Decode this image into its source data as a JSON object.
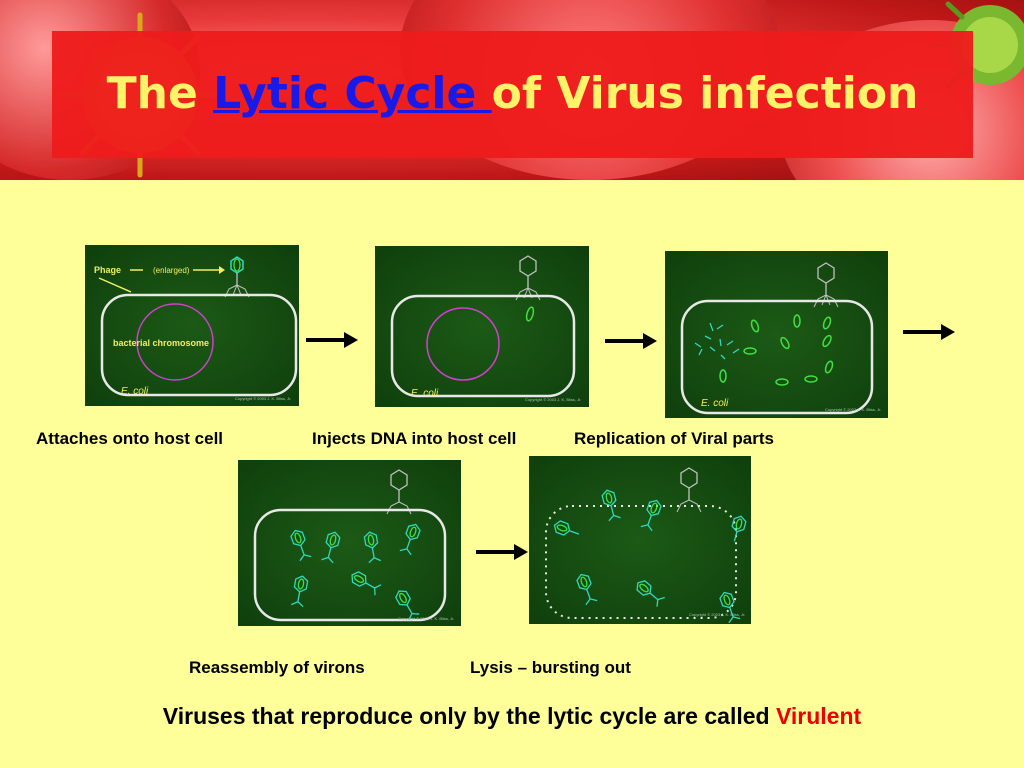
{
  "title": {
    "prefix": "The ",
    "link": "Lytic Cycle ",
    "suffix": "of Virus infection"
  },
  "panels": {
    "panel1": {
      "phage_label": "Phage",
      "enlarged_label": "(enlarged)",
      "chromosome_label": "bacterial chromosome",
      "ecoli_label": "E. coli",
      "copyright": "Copyright © 2003 J. K. Bliss, Jr."
    },
    "panel2": {
      "ecoli_label": "E. coli",
      "copyright": "Copyright © 2003 J. K. Bliss, Jr."
    },
    "panel3": {
      "ecoli_label": "E. coli",
      "copyright": "Copyright © 2003 J. K. Bliss, Jr."
    },
    "panel4": {
      "copyright": "Copyright © 2003 J. K. Bliss, Jr."
    },
    "panel5": {
      "copyright": "Copyright © 2003 J. K. Bliss, Jr."
    }
  },
  "captions": {
    "step1": "Attaches onto host cell",
    "step2": "Injects DNA into host cell",
    "step3": "Replication of Viral parts",
    "step4": "Reassembly of virons",
    "step5": "Lysis – bursting out"
  },
  "footer": {
    "text": "Viruses that reproduce only by the lytic cycle are called ",
    "highlight": "Virulent"
  },
  "colors": {
    "background": "#ffff99",
    "title_text": "#fff36a",
    "title_link": "#1a1ae8",
    "title_box": "#ee1c1c",
    "panel_bg": "#154d12",
    "virulent": "#ee0000"
  }
}
